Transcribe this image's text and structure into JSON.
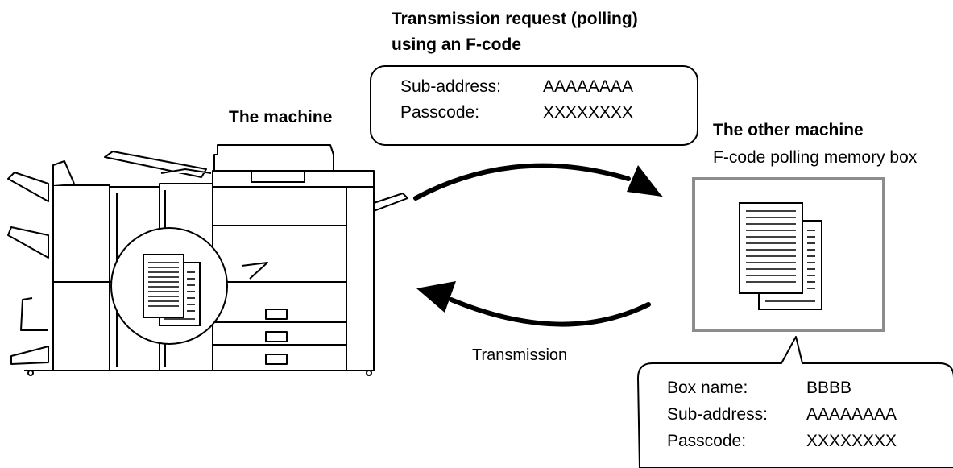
{
  "request": {
    "title_line1": "Transmission request (polling)",
    "title_line2": "using an F-code",
    "rows": [
      {
        "label": "Sub-address:",
        "value": "AAAAAAAA"
      },
      {
        "label": "Passcode:",
        "value": "XXXXXXXX"
      }
    ]
  },
  "this_machine": {
    "label": "The machine"
  },
  "other_machine": {
    "label": "The other machine",
    "sublabel": "F-code polling memory box"
  },
  "transmission_label": "Transmission",
  "box_info": {
    "rows": [
      {
        "label": "Box name:",
        "value": "BBBB"
      },
      {
        "label": "Sub-address:",
        "value": "AAAAAAAA"
      },
      {
        "label": "Passcode:",
        "value": "XXXXXXXX"
      }
    ]
  },
  "colors": {
    "line": "#000000",
    "box_border": "#8c8c8c",
    "fill": "#ffffff"
  }
}
